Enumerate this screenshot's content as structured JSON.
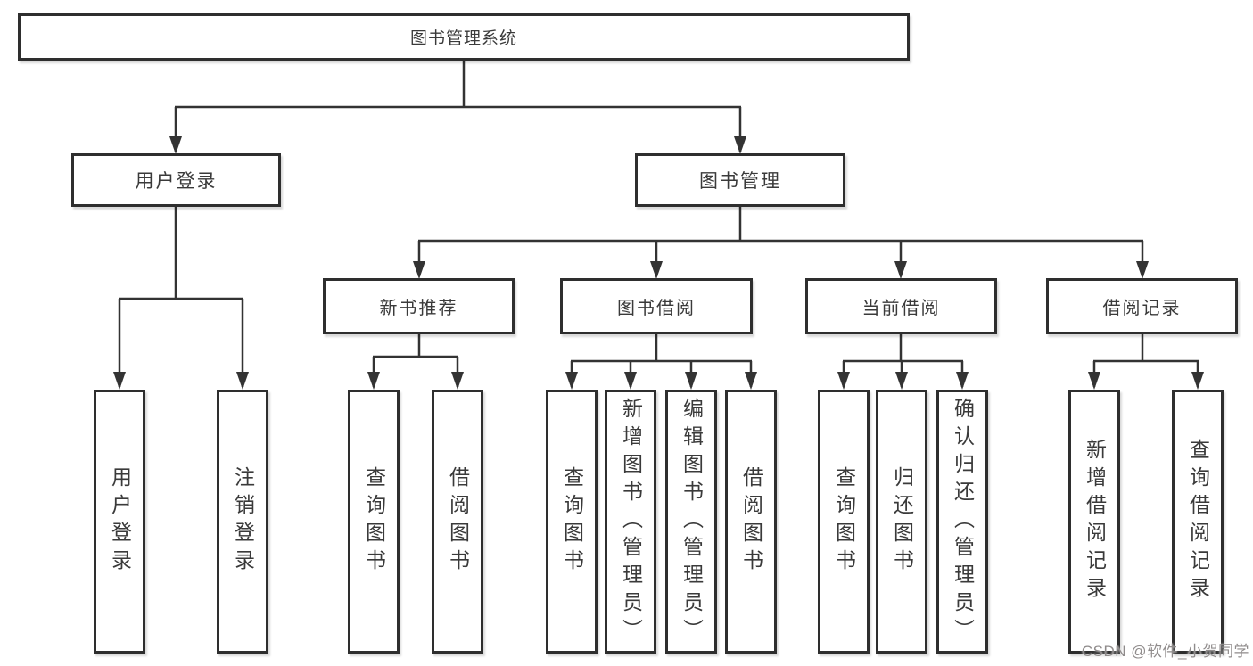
{
  "colors": {
    "bg": "#ffffff",
    "line": "#333333",
    "border": "#2e2e2e",
    "text": "#3a3a3a",
    "watermark": "#8f8b8b"
  },
  "diagram": {
    "type": "hierarchy-tree",
    "root": {
      "label": "图书管理系统",
      "children": [
        {
          "label": "用户登录",
          "children": [
            {
              "label": "用户登录"
            },
            {
              "label": "注销登录"
            }
          ]
        },
        {
          "label": "图书管理",
          "children": [
            {
              "label": "新书推荐",
              "children": [
                {
                  "label": "查询图书"
                },
                {
                  "label": "借阅图书"
                }
              ]
            },
            {
              "label": "图书借阅",
              "children": [
                {
                  "label": "查询图书"
                },
                {
                  "label": "新增图书（管理员）"
                },
                {
                  "label": "编辑图书（管理员）"
                },
                {
                  "label": "借阅图书"
                }
              ]
            },
            {
              "label": "当前借阅",
              "children": [
                {
                  "label": "查询图书"
                },
                {
                  "label": "归还图书"
                },
                {
                  "label": "确认归还（管理员）"
                }
              ]
            },
            {
              "label": "借阅记录",
              "children": [
                {
                  "label": "新增借阅记录"
                },
                {
                  "label": "查询借阅记录"
                }
              ]
            }
          ]
        }
      ]
    }
  },
  "watermark": {
    "text": "CSDN @软件_小贺同学"
  }
}
